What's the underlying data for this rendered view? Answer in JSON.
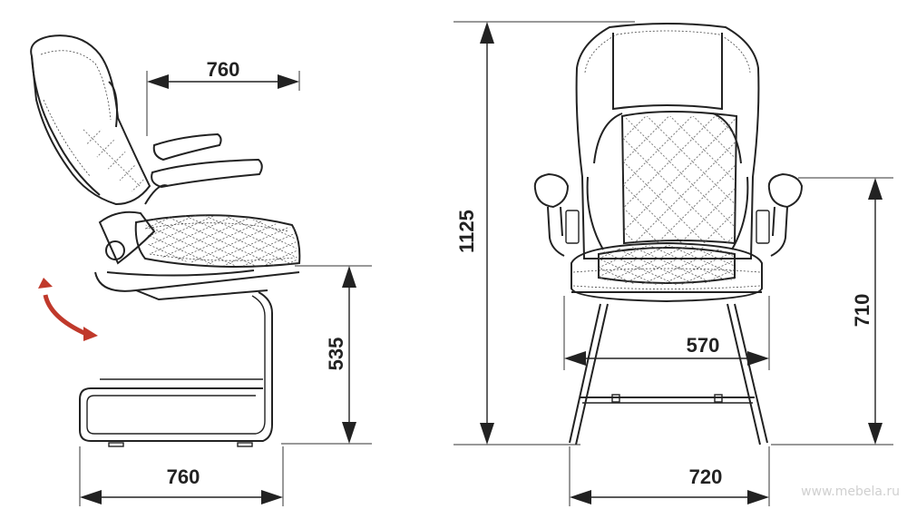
{
  "dimensions": {
    "side_depth_top": "760",
    "side_seat_height": "535",
    "side_depth_bottom": "760",
    "front_total_height": "1125",
    "front_armrest_height": "710",
    "front_seat_width": "570",
    "front_base_width": "720"
  },
  "watermark": "www.mebela.ru",
  "colors": {
    "line": "#222222",
    "rotation_arrow": "#c0392b",
    "watermark": "#d0d0d0"
  }
}
